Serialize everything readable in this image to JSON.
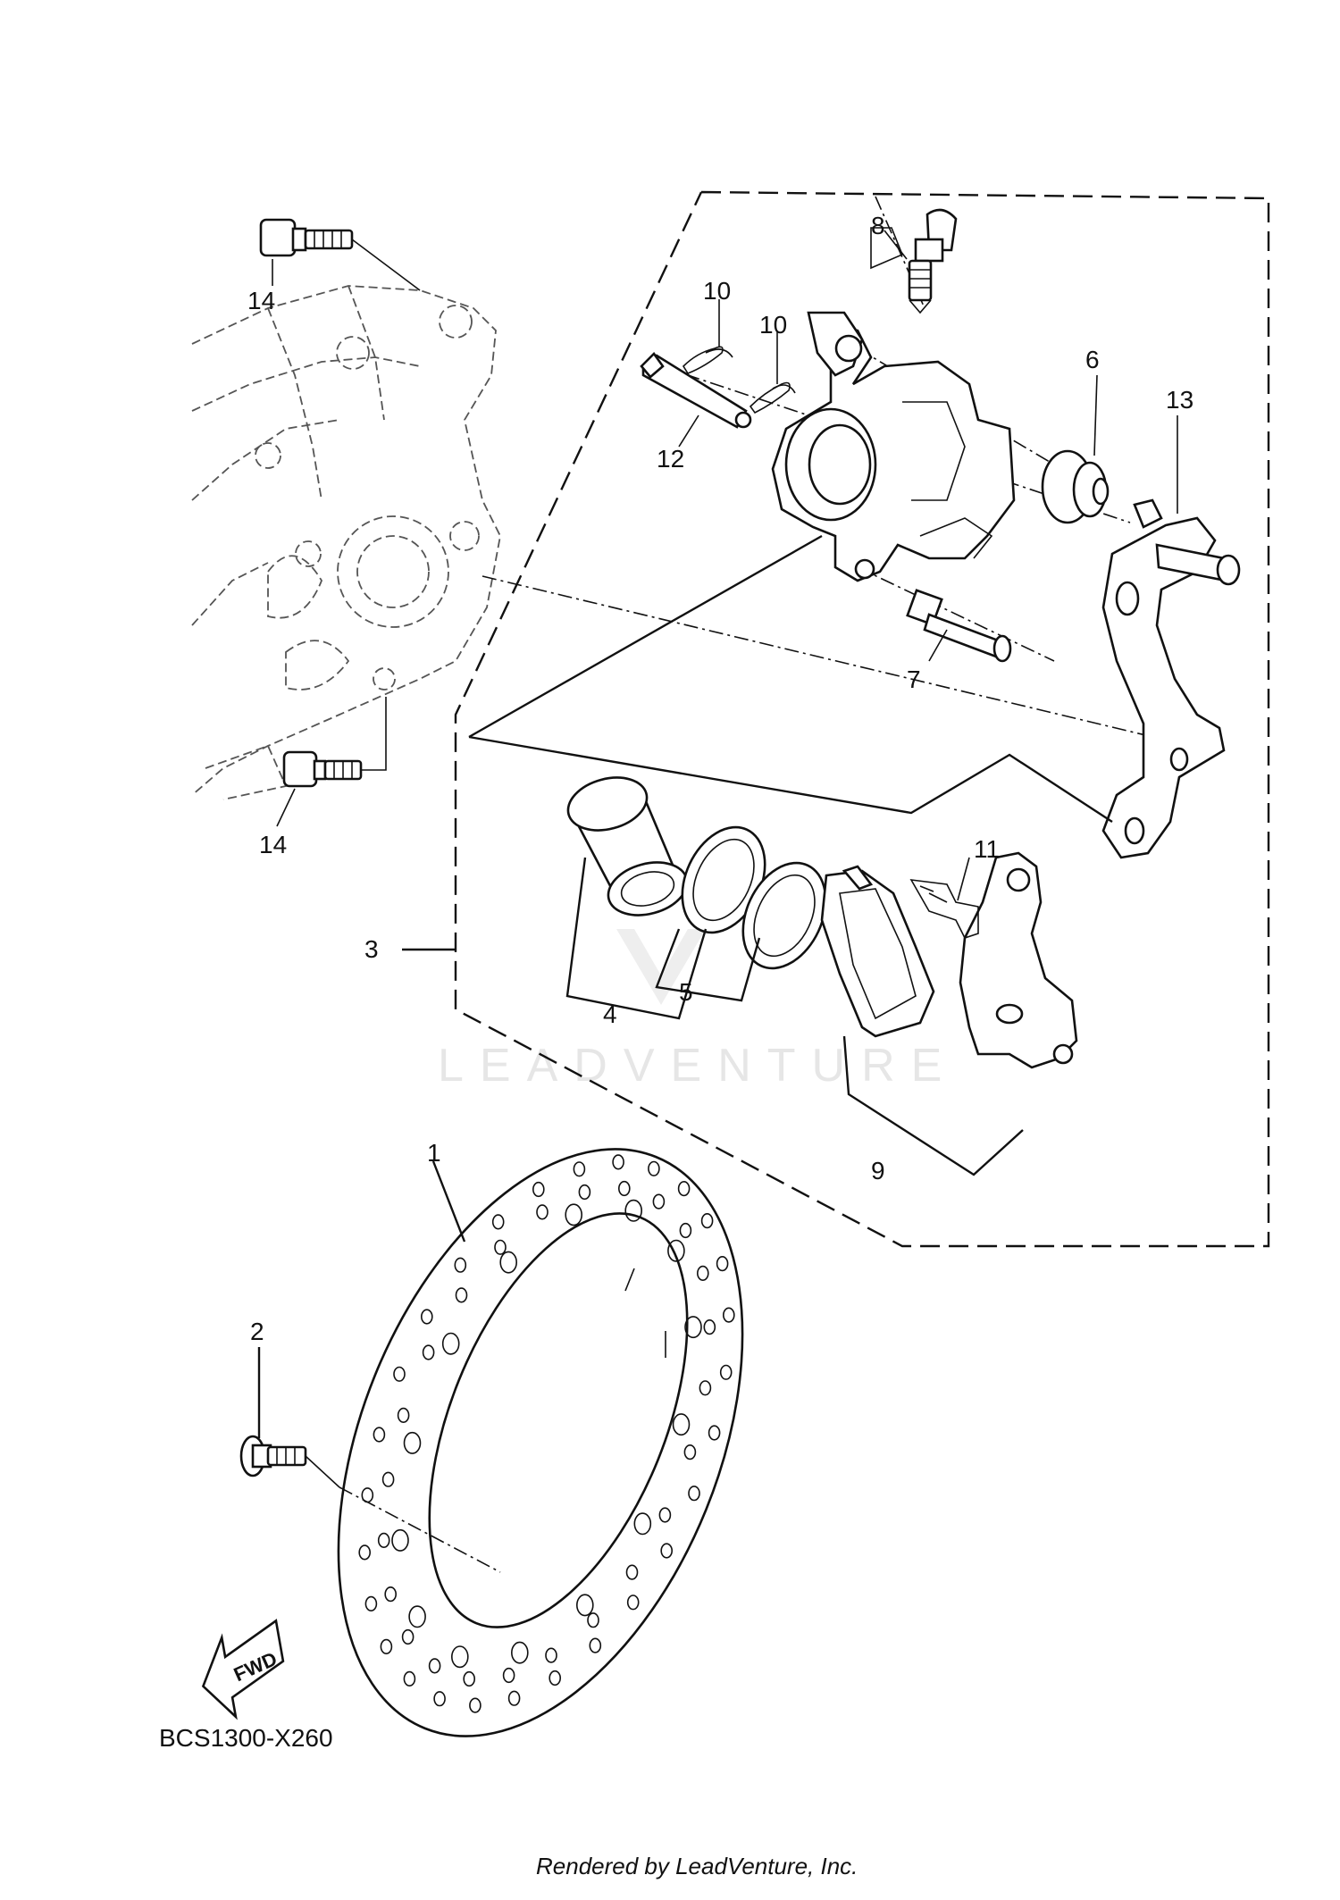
{
  "diagram": {
    "code": "BCS1300-X260",
    "fwd_label": "FWD",
    "watermark": "LEADVENTURE",
    "footer": "Rendered by LeadVenture, Inc.",
    "callouts": {
      "c1": "1",
      "c2": "2",
      "c3": "3",
      "c4": "4",
      "c5": "5",
      "c6": "6",
      "c7": "7",
      "c8": "8",
      "c9": "9",
      "c10a": "10",
      "c10b": "10",
      "c11": "11",
      "c12": "12",
      "c13": "13",
      "c14a": "14",
      "c14b": "14"
    }
  }
}
